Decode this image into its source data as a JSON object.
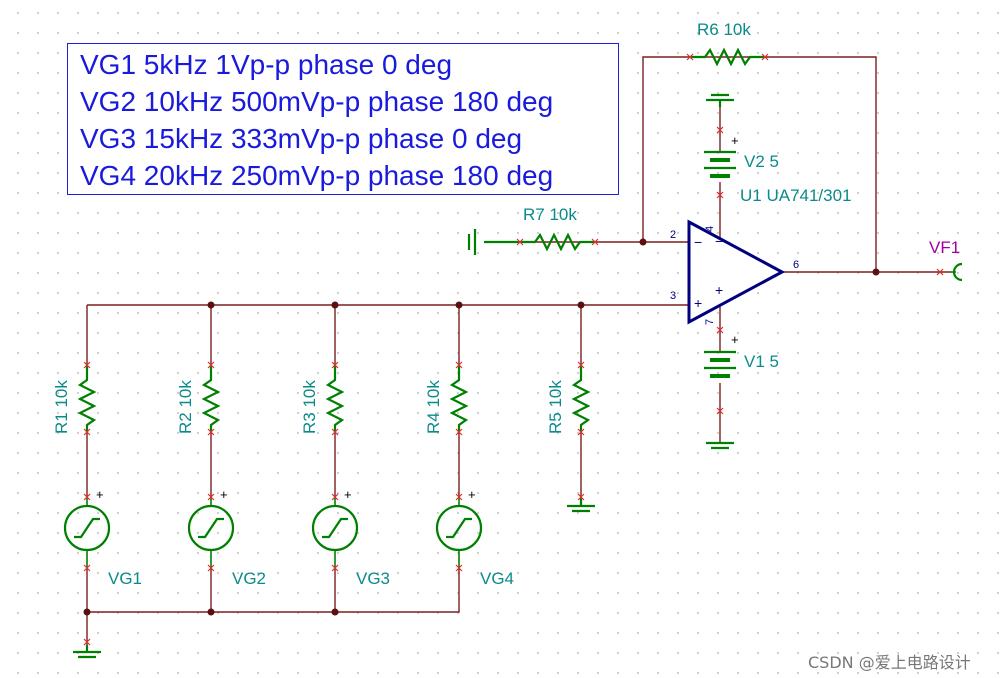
{
  "note": {
    "lines": [
      "VG1 5kHz 1Vp-p phase 0 deg",
      "VG2 10kHz 500mVp-p phase 180 deg",
      "VG3 15kHz 333mVp-p phase 0 deg",
      "VG4 20kHz 250mVp-p phase 180 deg"
    ]
  },
  "labels": {
    "r1": "R1 10k",
    "r2": "R2 10k",
    "r3": "R3 10k",
    "r4": "R4 10k",
    "r5": "R5 10k",
    "r6": "R6 10k",
    "r7": "R7 10k",
    "vg1": "VG1",
    "vg2": "VG2",
    "vg3": "VG3",
    "vg4": "VG4",
    "v1": "V1 5",
    "v2": "V2 5",
    "u1": "U1 UA741/301",
    "vf1": "VF1"
  },
  "pins": {
    "p2": "2",
    "p3": "3",
    "p4": "4",
    "p6": "6",
    "p7": "7"
  },
  "signs": {
    "plus": "+",
    "minus": "−"
  },
  "watermark": "CSDN @爱上电路设计",
  "colors": {
    "wire": "#7a1f1f",
    "component": "#008000",
    "opamp": "#00007f",
    "label": "#0b8a8a",
    "note_text": "#1a1adc",
    "probe": "#a000a0"
  }
}
